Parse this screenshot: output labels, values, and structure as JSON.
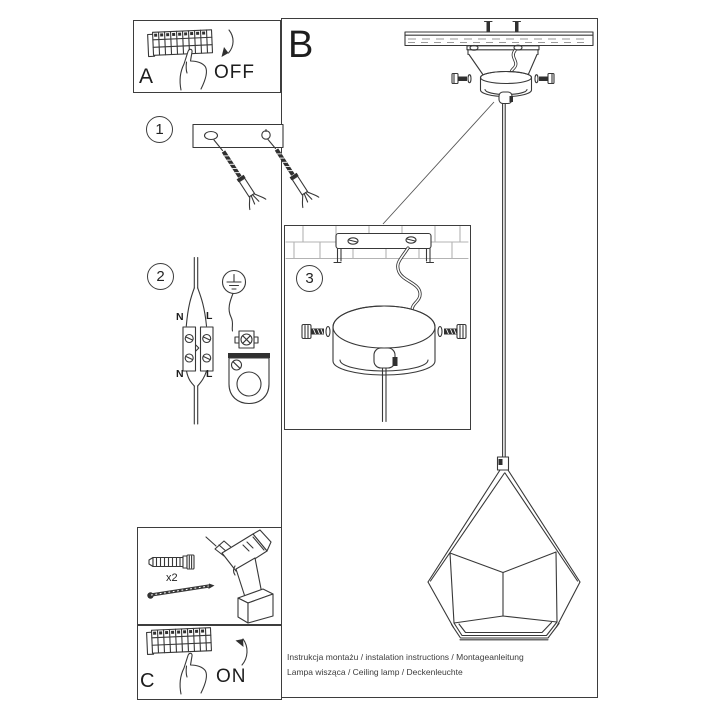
{
  "panel_a": {
    "letter": "A",
    "action": "OFF"
  },
  "panel_b": {
    "letter": "B"
  },
  "panel_c": {
    "letter": "C",
    "action": "ON"
  },
  "steps": {
    "s1": "1",
    "s2": "2",
    "s3": "3"
  },
  "wiring": {
    "n_top": "N",
    "l_top": "L",
    "n_bottom": "N",
    "l_bottom": "L"
  },
  "tools": {
    "count": "x2"
  },
  "footer": {
    "line1": "Instrukcja montażu / instalation instructions / Montageanleitung",
    "line2": "Lampa wisząca / Ceiling lamp / Deckenleuchte"
  },
  "colors": {
    "line": "#383838",
    "light_line": "#b3b3b3",
    "background": "#ffffff"
  }
}
